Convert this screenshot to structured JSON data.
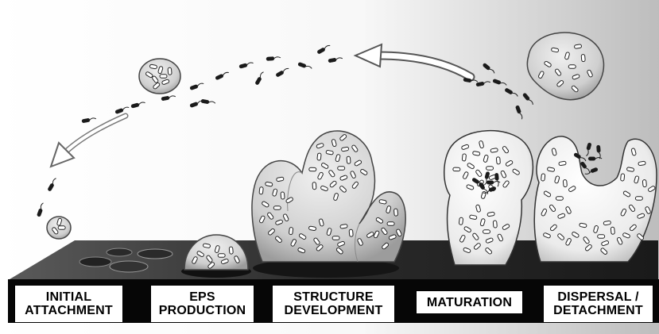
{
  "stages": [
    {
      "label": "INITIAL\nATTACHMENT"
    },
    {
      "label": "EPS\nPRODUCTION"
    },
    {
      "label": "STRUCTURE\nDEVELOPMENT"
    },
    {
      "label": "MATURATION"
    },
    {
      "label": "DISPERSAL /\nDETACHMENT"
    }
  ],
  "colors": {
    "platform_top": "#3a3a3a",
    "platform_front": "#050505",
    "cluster_fill": "#c9c9c9",
    "cluster_light": "#ececec",
    "bacteria": "#1a1a1a",
    "arrow": "#ffffff"
  }
}
